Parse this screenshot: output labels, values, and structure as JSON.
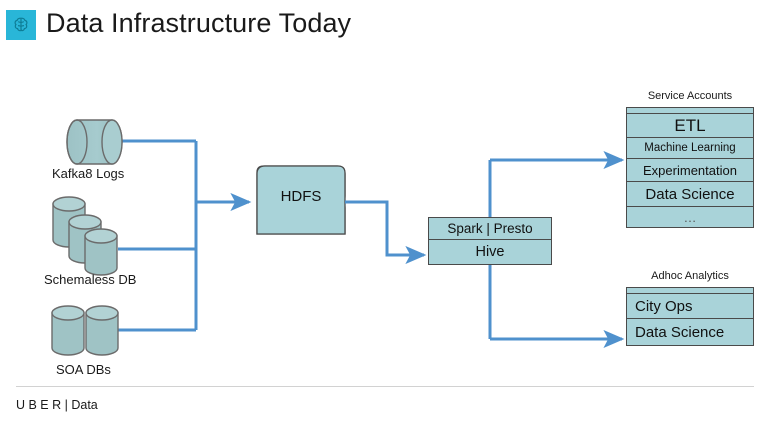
{
  "header": {
    "title": "Data Infrastructure Today",
    "brand_icon": "brain-icon",
    "brand_icon_bg": "#29b6d8"
  },
  "colors": {
    "shape_fill": "#a9d3d9",
    "cylinder_fill": "#9fc3c5",
    "shape_stroke": "#4a4a4a",
    "connector": "#4f91cd",
    "accent": "#29b6d8"
  },
  "sources": [
    {
      "id": "kafka",
      "label": "Kafka8 Logs",
      "shape": "cylinder-horizontal",
      "count": 1
    },
    {
      "id": "schemaless",
      "label": "Schemaless DB",
      "shape": "cylinder-stack",
      "count": 3
    },
    {
      "id": "soa",
      "label": "SOA DBs",
      "shape": "cylinder-pair",
      "count": 2
    }
  ],
  "storage": {
    "id": "hdfs",
    "label": "HDFS",
    "shape": "document"
  },
  "query_layer": {
    "rows": [
      {
        "label": "Spark | Presto"
      },
      {
        "label": "Hive"
      }
    ]
  },
  "service_accounts": {
    "title": "Service Accounts",
    "rows": [
      {
        "label": "ETL"
      },
      {
        "label": "Machine Learning"
      },
      {
        "label": "Experimentation"
      },
      {
        "label": "Data Science"
      },
      {
        "label": "…"
      }
    ]
  },
  "adhoc_analytics": {
    "title": "Adhoc Analytics",
    "rows": [
      {
        "label": "City Ops"
      },
      {
        "label": "Data Science"
      }
    ]
  },
  "footer": {
    "text": "U B E R | Data"
  },
  "flows": [
    {
      "from": "kafka",
      "to": "hdfs"
    },
    {
      "from": "schemaless",
      "to": "hdfs"
    },
    {
      "from": "soa",
      "to": "hdfs"
    },
    {
      "from": "hdfs",
      "to": "hive"
    },
    {
      "from": "query_layer",
      "to": "service_accounts"
    },
    {
      "from": "query_layer",
      "to": "adhoc_analytics"
    }
  ]
}
